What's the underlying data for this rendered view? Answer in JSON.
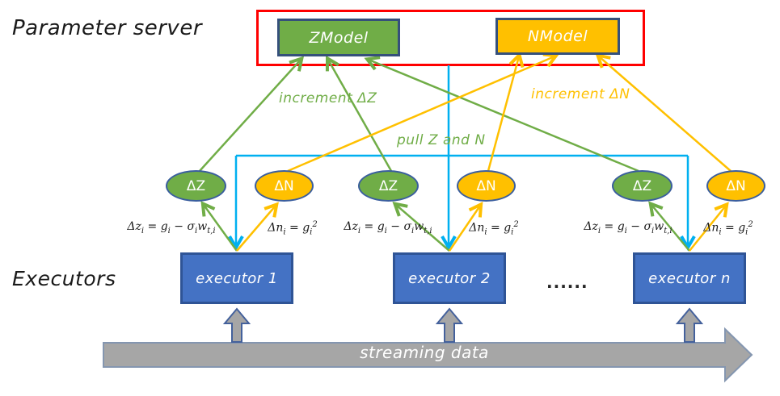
{
  "labels": {
    "parameter_server": "Parameter server",
    "executors": "Executors",
    "ellipsis": "......"
  },
  "server": {
    "zmodel": "ZModel",
    "nmodel": "NModel"
  },
  "edges": {
    "increment_z": "increment ΔZ",
    "increment_n": "increment ΔN",
    "pull": "pull Z and N"
  },
  "stream": {
    "label": "streaming data"
  },
  "groups": [
    {
      "executor": "executor 1",
      "delta_z": "ΔZ",
      "delta_n": "ΔN",
      "formula_z": [
        {
          "t": "Δz"
        },
        {
          "t": "i",
          "m": "sub"
        },
        {
          "t": " = g"
        },
        {
          "t": "i",
          "m": "sub"
        },
        {
          "t": " − σ"
        },
        {
          "t": "i",
          "m": "sub"
        },
        {
          "t": "w"
        },
        {
          "t": "t,i",
          "m": "sub"
        }
      ],
      "formula_n": [
        {
          "t": "Δn"
        },
        {
          "t": "i",
          "m": "sub"
        },
        {
          "t": " = g"
        },
        {
          "t": "i",
          "m": "sub"
        },
        {
          "t": "2",
          "m": "sup"
        }
      ]
    },
    {
      "executor": "executor 2",
      "delta_z": "ΔZ",
      "delta_n": "ΔN",
      "formula_z": [
        {
          "t": "Δz"
        },
        {
          "t": "i",
          "m": "sub"
        },
        {
          "t": " = g"
        },
        {
          "t": "i",
          "m": "sub"
        },
        {
          "t": " − σ"
        },
        {
          "t": "i",
          "m": "sub"
        },
        {
          "t": "w"
        },
        {
          "t": "t,i",
          "m": "sub"
        }
      ],
      "formula_n": [
        {
          "t": "Δn"
        },
        {
          "t": "i",
          "m": "sub"
        },
        {
          "t": " = g"
        },
        {
          "t": "i",
          "m": "sub"
        },
        {
          "t": "2",
          "m": "sup"
        }
      ]
    },
    {
      "executor": "executor n",
      "delta_z": "ΔZ",
      "delta_n": "ΔN",
      "formula_z": [
        {
          "t": "Δz"
        },
        {
          "t": "i",
          "m": "sub"
        },
        {
          "t": " = g"
        },
        {
          "t": "i",
          "m": "sub"
        },
        {
          "t": " − σ"
        },
        {
          "t": "i",
          "m": "sub"
        },
        {
          "t": "w"
        },
        {
          "t": "t,i",
          "m": "sub"
        }
      ],
      "formula_n": [
        {
          "t": "Δn"
        },
        {
          "t": "i",
          "m": "sub"
        },
        {
          "t": " = g"
        },
        {
          "t": "i",
          "m": "sub"
        },
        {
          "t": "2",
          "m": "sup"
        }
      ]
    }
  ],
  "colors": {
    "green": "#70AD47",
    "orange": "#FFC000",
    "executor_blue": "#4472C4",
    "executor_border": "#2F5496",
    "shape_border": "#35507B",
    "cyan": "#00B0F0",
    "red_frame": "#FF0000",
    "gray": "#A6A6A6"
  }
}
